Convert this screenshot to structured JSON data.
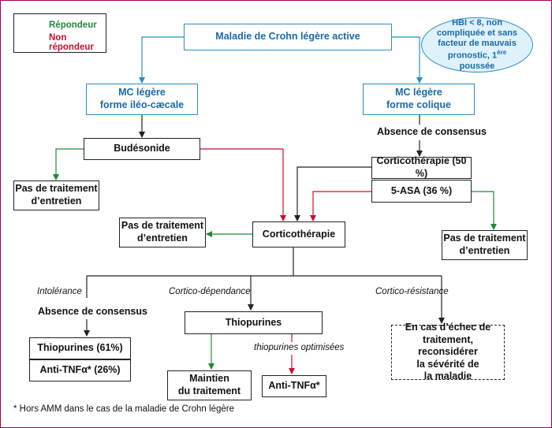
{
  "legend": {
    "responder": "Répondeur",
    "non_responder": "Non répondeur"
  },
  "colors": {
    "responder": "#1e8a3a",
    "non_responder": "#c8102e",
    "default": "#222222",
    "top_level": "#2a8fc0"
  },
  "nodes": {
    "root": "Maladie de Crohn légère active",
    "hbi_line1": "HBI < 8, non",
    "hbi_line2": "compliquée et sans",
    "hbi_line3": "facteur de mauvais",
    "hbi_line4": "pronostic, 1",
    "hbi_sup": "ère",
    "hbi_line5": "poussée",
    "mc_ileo": "MC légère\nforme iléo-cæcale",
    "mc_colique": "MC légère\nforme colique",
    "budesonide": "Budésonide",
    "no_maint_left": "Pas de traitement\nd’entretien",
    "cortico_50": "Corticothérapie (50 %)",
    "asa_36": "5-ASA (36 %)",
    "no_maint_right": "Pas de traitement\nd’entretien",
    "no_maint_mid": "Pas de traitement\nd’entretien",
    "corticotherapie": "Corticothérapie",
    "thiopurines_61": "Thiopurines (61%)",
    "anti_tnf_26": "Anti-TNFα* (26%)",
    "thiopurines": "Thiopurines",
    "maintien": "Maintien\ndu traitement",
    "anti_tnf": "Anti-TNFα*",
    "echec": "En cas d’échec de\ntraitement, reconsidérer\nla sévérité de\nla maladie"
  },
  "labels": {
    "absence_consensus_top": "Absence de consensus",
    "absence_consensus_bottom": "Absence de consensus",
    "intolerance": "Intolérance",
    "cortico_dependance": "Cortico-dépendance",
    "cortico_resistance": "Cortico-résistance",
    "thiopurines_optimisees": "thiopurines optimisées"
  },
  "footnote": "* Hors AMM dans le cas de la maladie de Crohn légère"
}
